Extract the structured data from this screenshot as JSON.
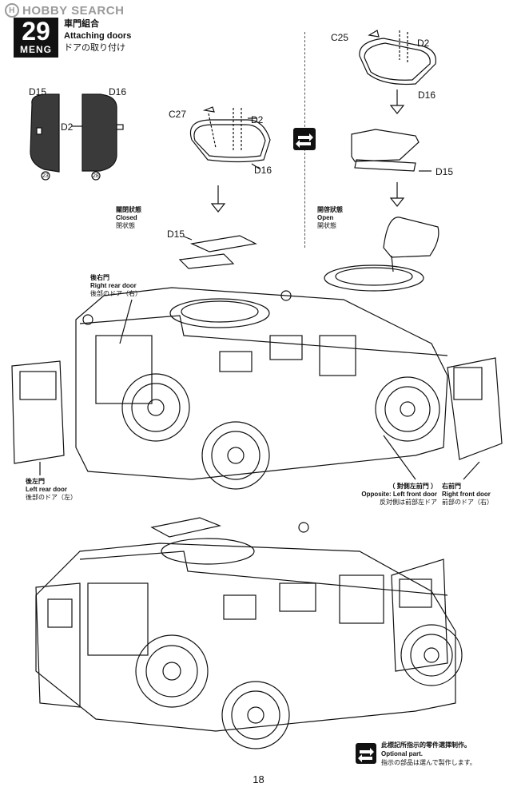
{
  "watermark": {
    "text": "HOBBY SEARCH",
    "logo": "H"
  },
  "step": {
    "number": "29",
    "brand": "MENG"
  },
  "title": {
    "zh": "車門組合",
    "en": "Attaching doors",
    "ja": "ドアの取り付け"
  },
  "parts": {
    "d15_top_left": "D15",
    "d16_top_left": "D16",
    "d2_top_left": "D2",
    "marker_23": "23",
    "marker_28": "28",
    "c27": "C27",
    "d2_mid": "D2",
    "d16_mid": "D16",
    "c25": "C25",
    "d2_right": "D2",
    "d16_right": "D16",
    "d15_right": "D15",
    "d15_hatch": "D15"
  },
  "states": {
    "closed": {
      "zh": "關閉狀態",
      "en": "Closed",
      "ja": "閉状態"
    },
    "open": {
      "zh": "開啓狀態",
      "en": "Open",
      "ja": "開状態"
    }
  },
  "doors": {
    "right_rear": {
      "zh": "後右門",
      "en": "Right rear door",
      "ja": "後部のドア（右）"
    },
    "left_rear": {
      "zh": "後左門",
      "en": "Left rear door",
      "ja": "後部のドア（左）"
    },
    "opposite": {
      "zh": "（ 對側左前門 ）",
      "en": "Opposite: Left front door",
      "ja": "反対側は前部左ドア"
    },
    "right_front": {
      "zh": "右前門",
      "en": "Right front door",
      "ja": "前部のドア（右）"
    }
  },
  "optional": {
    "zh": "此標記所指示的零件選擇制作。",
    "en": "Optional part.",
    "ja": "指示の部品は選んで製作します。"
  },
  "page_number": "18",
  "colors": {
    "ink": "#111111",
    "step_bg": "#111111",
    "watermark": "#9a9a9a"
  }
}
